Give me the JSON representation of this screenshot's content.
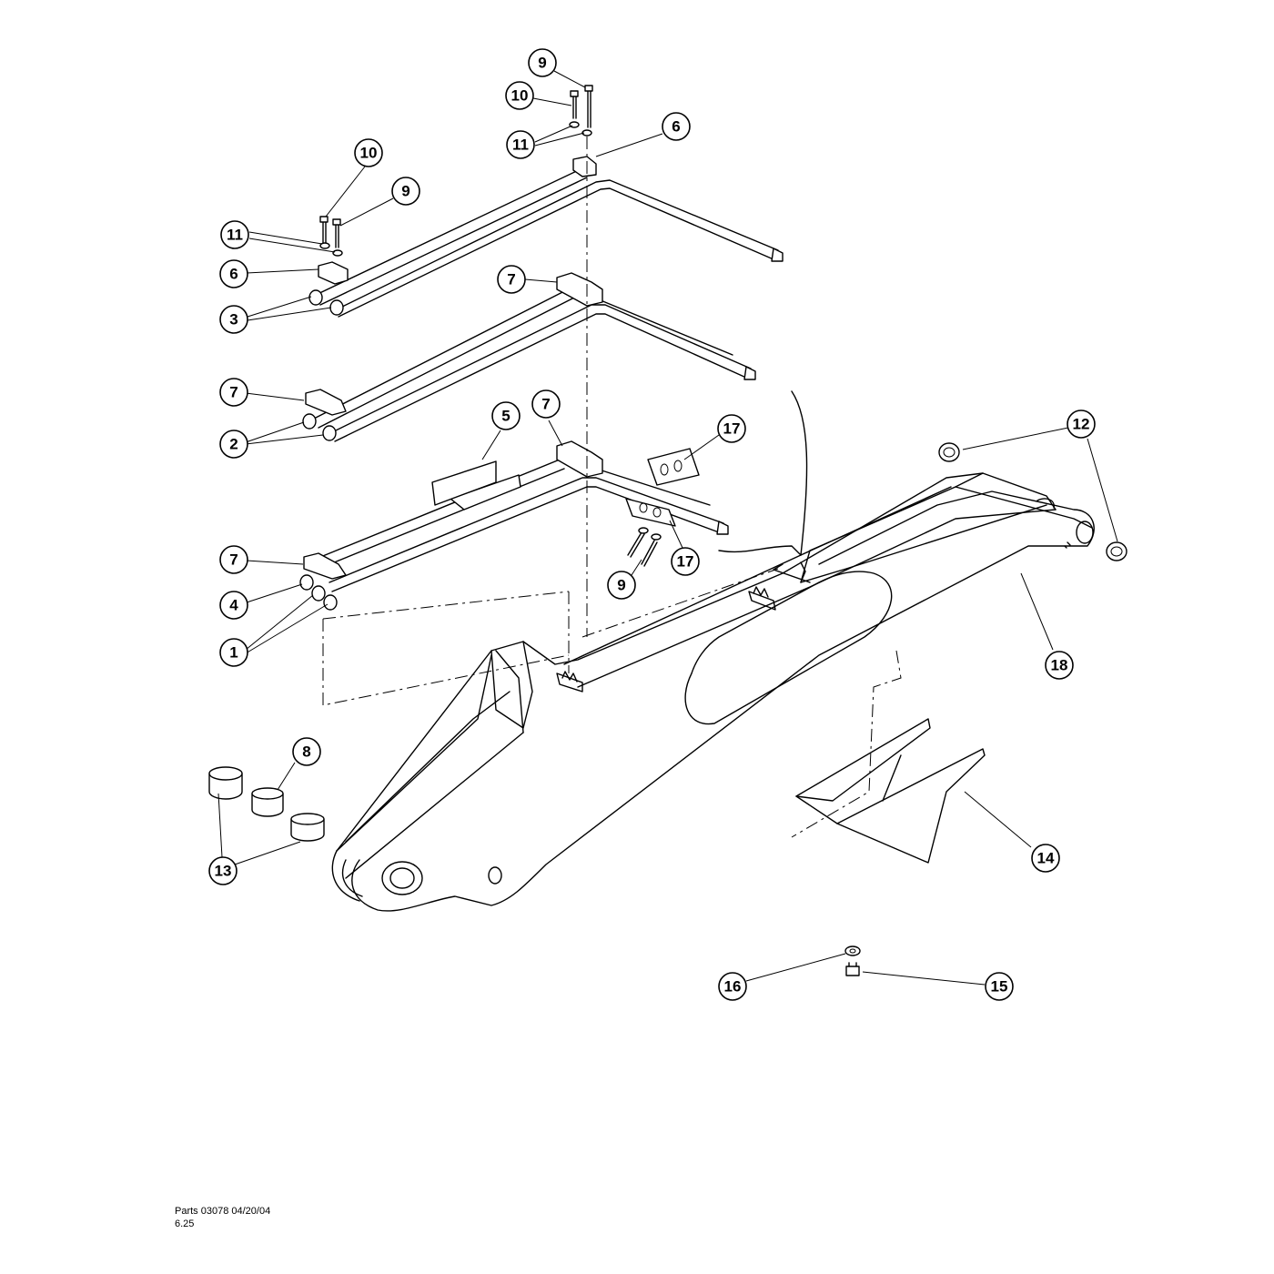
{
  "diagram": {
    "callouts": {
      "c9a": "9",
      "c10a": "10",
      "c11a": "11",
      "c6a": "6",
      "c10b": "10",
      "c9b": "9",
      "c11b": "11",
      "c6b": "6",
      "c3": "3",
      "c7a": "7",
      "c7b": "7",
      "c2": "2",
      "c5": "5",
      "c7c": "7",
      "c17a": "17",
      "c17b": "17",
      "c9c": "9",
      "c7d": "7",
      "c4": "4",
      "c1": "1",
      "c12": "12",
      "c18": "18",
      "c8": "8",
      "c13": "13",
      "c14": "14",
      "c16": "16",
      "c15": "15"
    }
  },
  "footer": {
    "line1": "Parts 03078 04/20/04",
    "line2": "6.25"
  }
}
